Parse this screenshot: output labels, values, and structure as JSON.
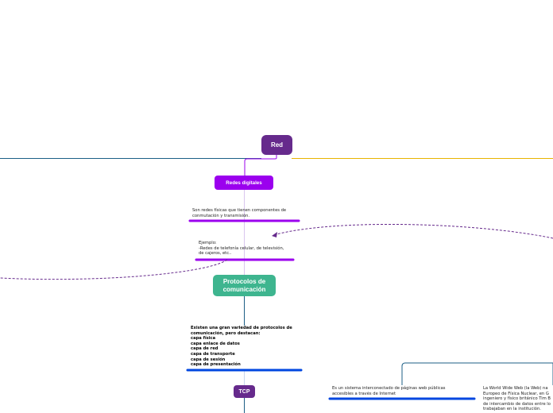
{
  "nodes": {
    "root": "Red",
    "redes_digitales": "Redes digitales",
    "protocolos": "Protocolos  de\ncomunicación",
    "tcp": "TCP"
  },
  "notes": {
    "definicion": " Son redes físicas que tienen componentes de\nconmutación y transmisión.",
    "ejemplo": "Ejemplo:\n-Redes de telefonía celular, de televisión,\nde cajeros, etc..",
    "protocolos_lista": "Existen una gran variedad de protocolos de\ncomunicación, pero destacan:\ncapa física\ncapa enlace de datos\ncapa de red\ncapa de transporte\ncapa de sesión\ncapa de presentación",
    "internet": "Es un sistema interconectado de páginas web públicas\naccesibles a través de Internet",
    "www": "La World Wide Web (la Web) na\nEuropeo de Física Nuclear, en G\ningeniero y físico británico Tim B\nde intercambio de datos entre lo\ntrabajaban en la institución."
  },
  "colors": {
    "root": "#662a8c",
    "redes_digitales": "#9b00ee",
    "protocolos": "#3eb58f",
    "tcp": "#662a8c",
    "left_branch_line": "#1c5f86",
    "right_branch_line": "#e8b400",
    "purple_underline": "#9b00ee",
    "blue_underline": "#0047e0"
  }
}
